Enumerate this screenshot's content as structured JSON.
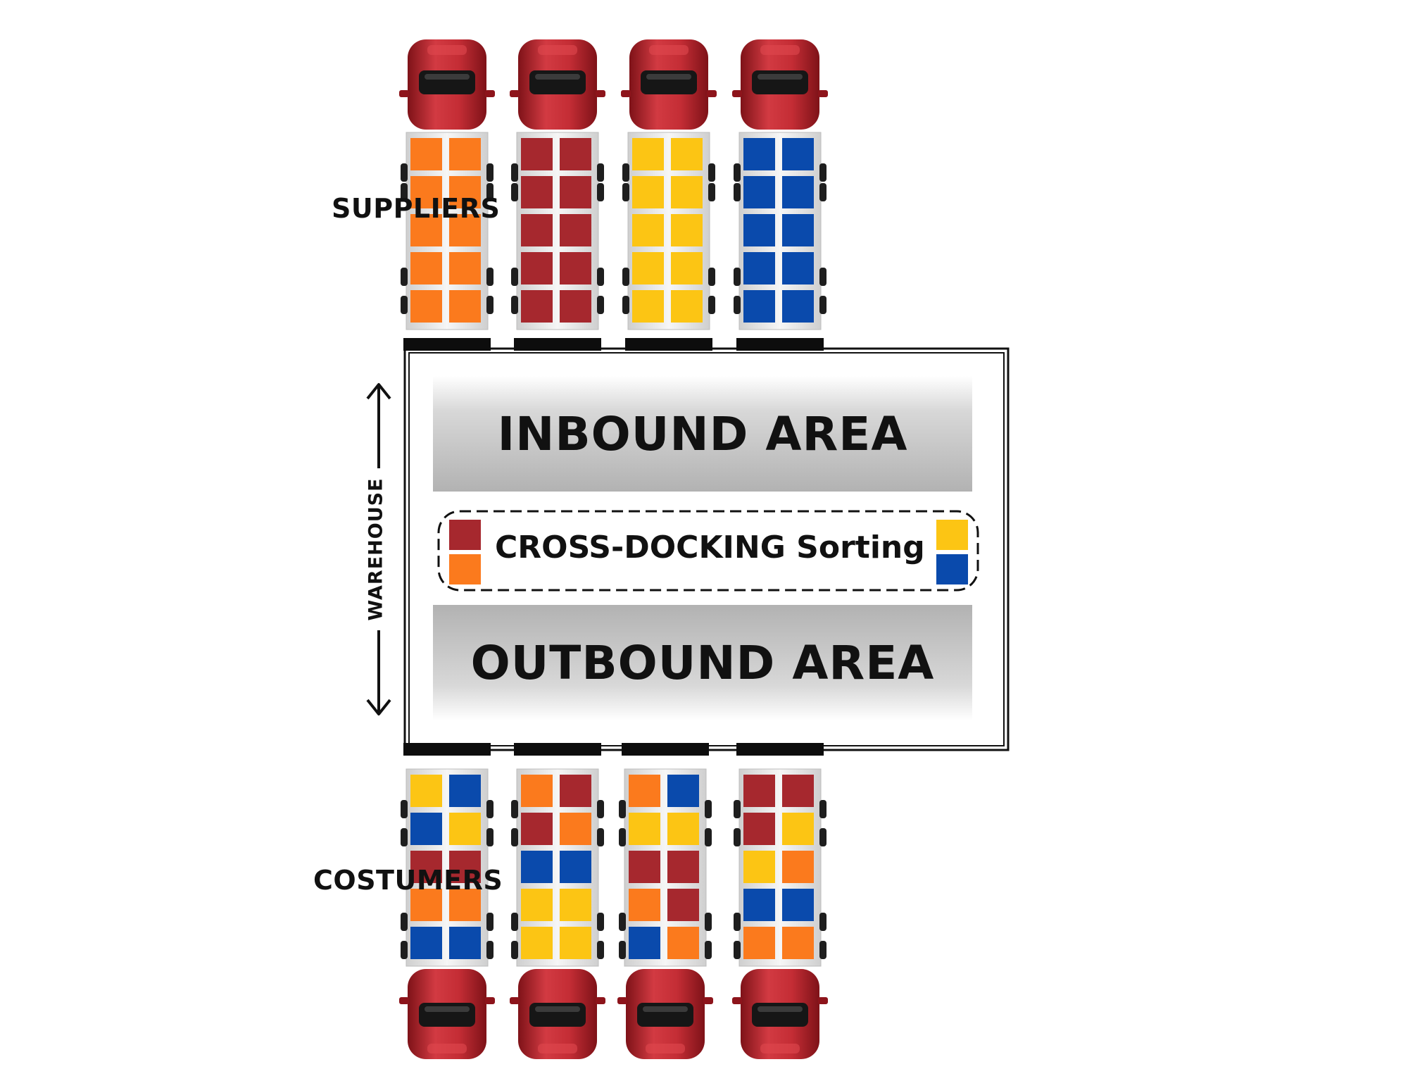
{
  "labels": {
    "suppliers": "SUPPLIERS",
    "customers": "COSTUMERS",
    "warehouse": "WAREHOUSE",
    "inbound": "INBOUND AREA",
    "outbound": "OUTBOUND AREA",
    "crossdock": "CROSS-DOCKING Sorting"
  },
  "colors": {
    "red": "#a6282e",
    "orange": "#fb7a1d",
    "yellow": "#fcc514",
    "blue": "#0a4aac",
    "cab": "#b3202a",
    "frame": "#111111"
  },
  "trucks": {
    "inbound": [
      {
        "name": "supplier-truck-1",
        "cargo": [
          [
            "orange",
            "orange"
          ],
          [
            "orange",
            "orange"
          ],
          [
            "orange",
            "orange"
          ],
          [
            "orange",
            "orange"
          ],
          [
            "orange",
            "orange"
          ]
        ]
      },
      {
        "name": "supplier-truck-2",
        "cargo": [
          [
            "red",
            "red"
          ],
          [
            "red",
            "red"
          ],
          [
            "red",
            "red"
          ],
          [
            "red",
            "red"
          ],
          [
            "red",
            "red"
          ]
        ]
      },
      {
        "name": "supplier-truck-3",
        "cargo": [
          [
            "yellow",
            "yellow"
          ],
          [
            "yellow",
            "yellow"
          ],
          [
            "yellow",
            "yellow"
          ],
          [
            "yellow",
            "yellow"
          ],
          [
            "yellow",
            "yellow"
          ]
        ]
      },
      {
        "name": "supplier-truck-4",
        "cargo": [
          [
            "blue",
            "blue"
          ],
          [
            "blue",
            "blue"
          ],
          [
            "blue",
            "blue"
          ],
          [
            "blue",
            "blue"
          ],
          [
            "blue",
            "blue"
          ]
        ]
      }
    ],
    "outbound": [
      {
        "name": "customer-truck-1",
        "cargo": [
          [
            "yellow",
            "blue"
          ],
          [
            "blue",
            "yellow"
          ],
          [
            "red",
            "red"
          ],
          [
            "orange",
            "orange"
          ],
          [
            "blue",
            "blue"
          ]
        ]
      },
      {
        "name": "customer-truck-2",
        "cargo": [
          [
            "orange",
            "red"
          ],
          [
            "red",
            "orange"
          ],
          [
            "blue",
            "blue"
          ],
          [
            "yellow",
            "yellow"
          ],
          [
            "yellow",
            "yellow"
          ]
        ]
      },
      {
        "name": "customer-truck-3",
        "cargo": [
          [
            "orange",
            "blue"
          ],
          [
            "yellow",
            "yellow"
          ],
          [
            "red",
            "red"
          ],
          [
            "orange",
            "red"
          ],
          [
            "blue",
            "orange"
          ]
        ]
      },
      {
        "name": "customer-truck-4",
        "cargo": [
          [
            "red",
            "red"
          ],
          [
            "red",
            "yellow"
          ],
          [
            "yellow",
            "orange"
          ],
          [
            "blue",
            "blue"
          ],
          [
            "orange",
            "orange"
          ]
        ]
      }
    ]
  },
  "sorting_blocks": {
    "left": [
      "red",
      "orange"
    ],
    "right": [
      "yellow",
      "blue"
    ]
  }
}
